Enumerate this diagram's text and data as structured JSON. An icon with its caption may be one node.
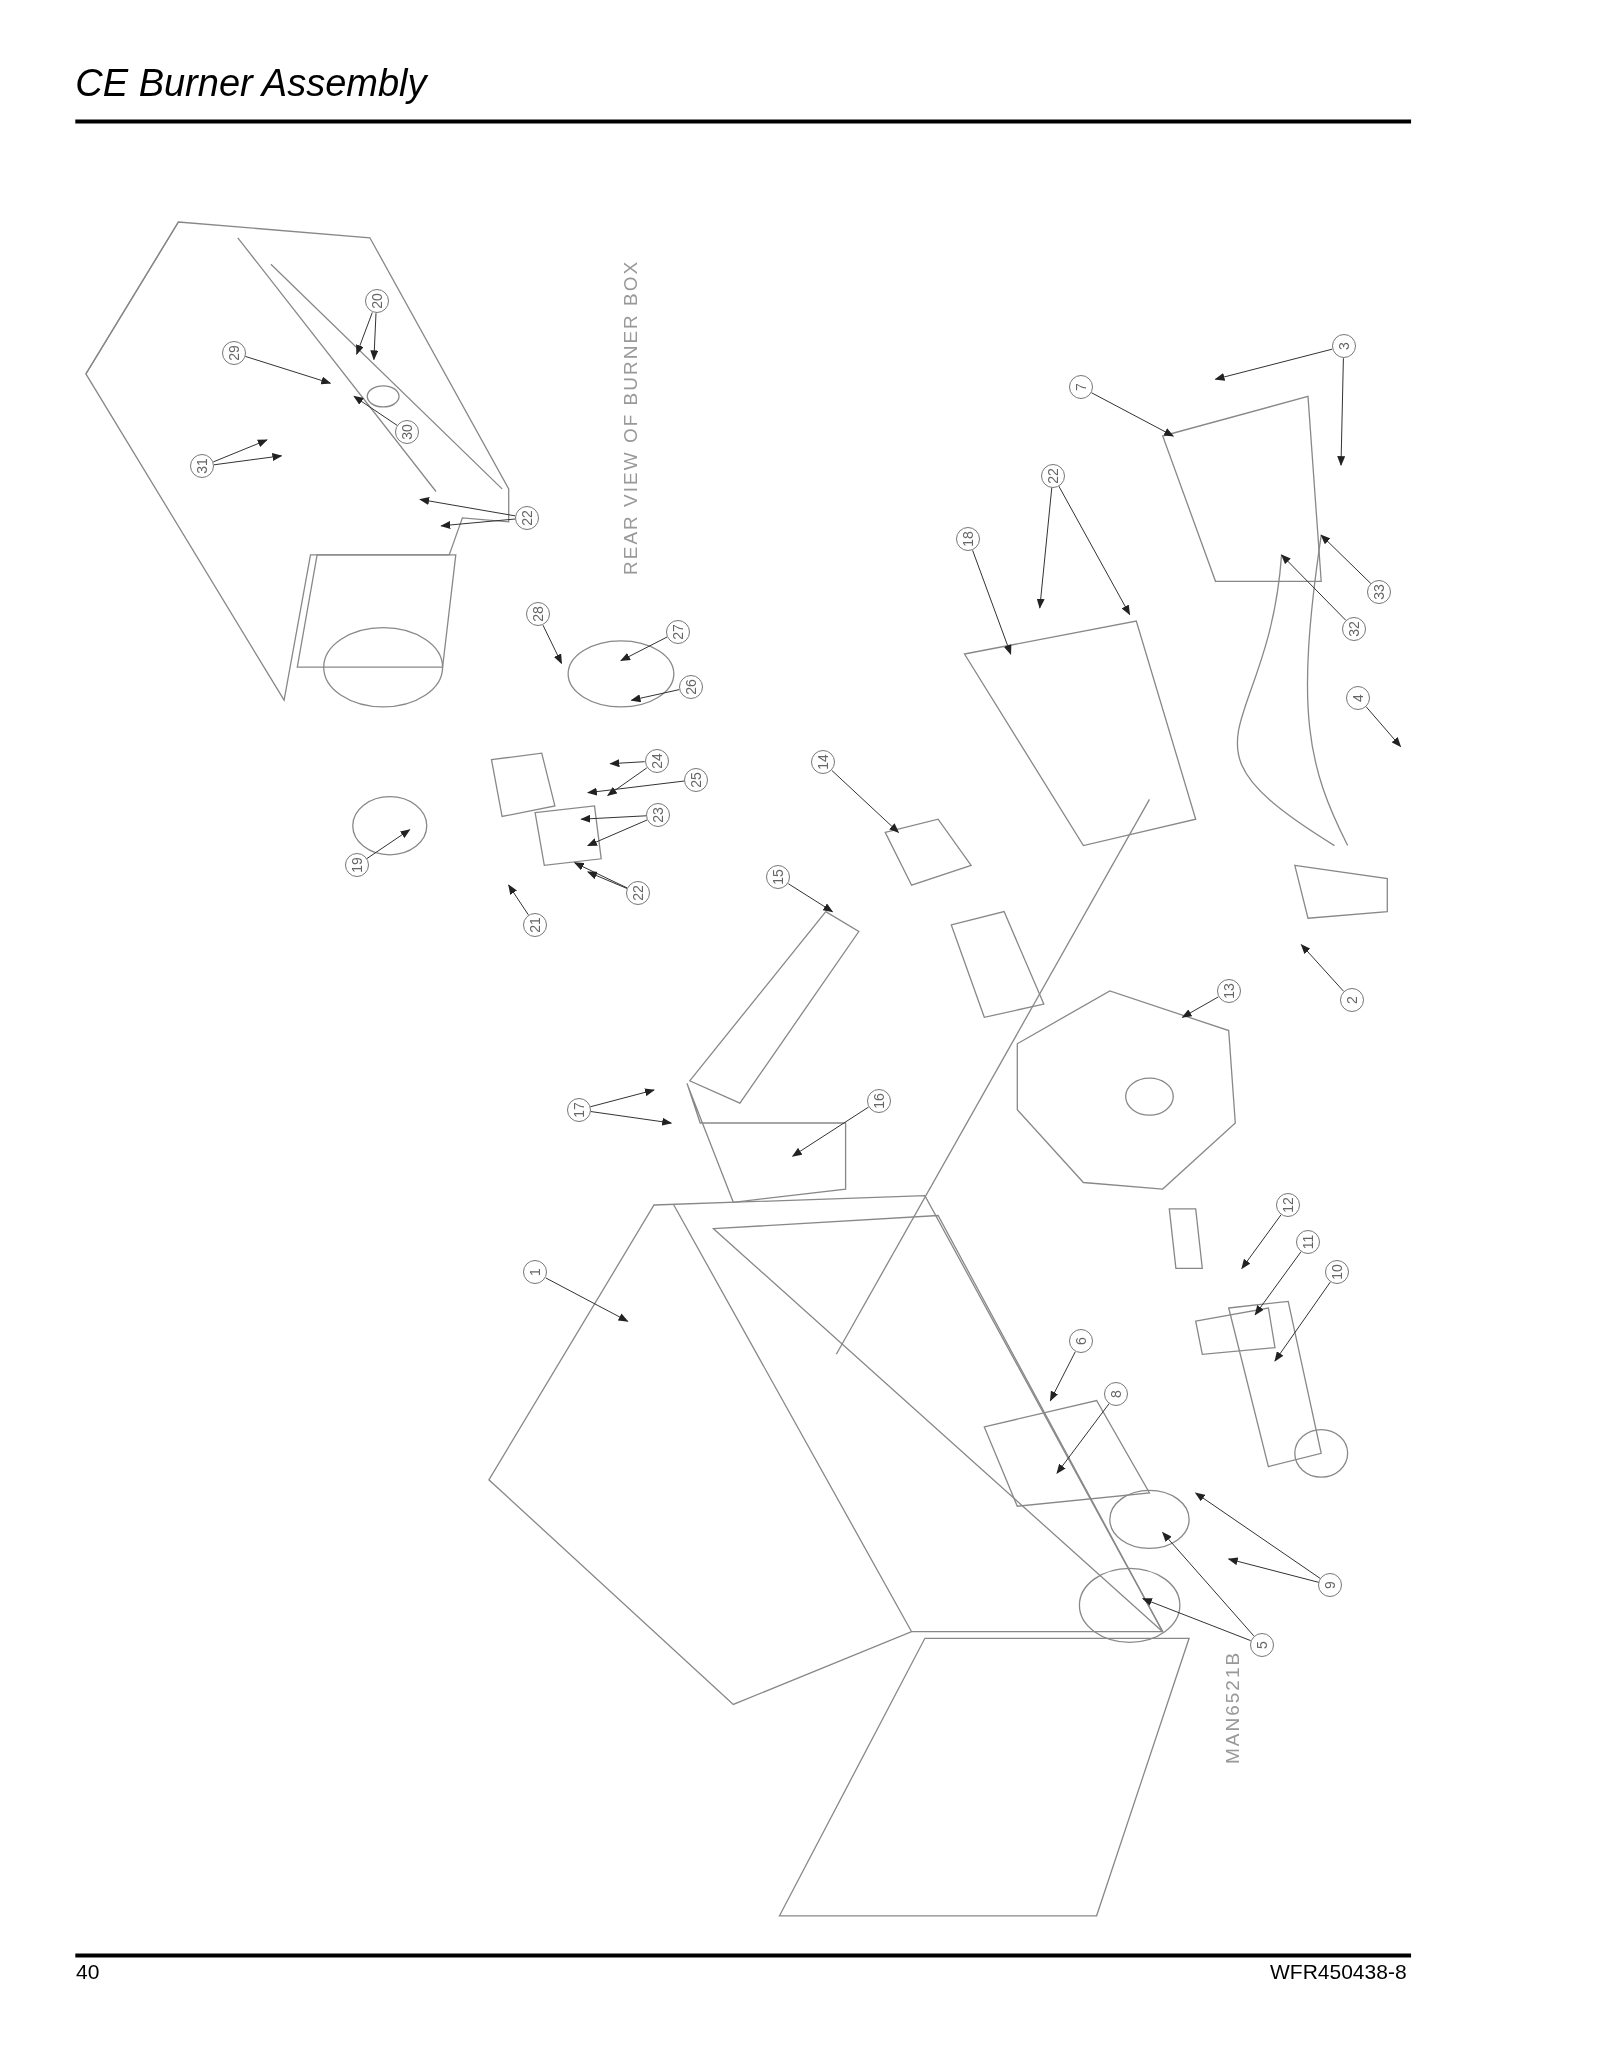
{
  "diagram": {
    "title": "CE Burner Assembly",
    "nodes": [
      {
        "text": [
          "29"
        ]
      },
      {
        "text": [
          "20"
        ]
      },
      {
        "text": [
          "31"
        ]
      },
      {
        "text": [
          "30"
        ]
      },
      {
        "text": [
          "22"
        ]
      },
      {
        "text": [
          "28"
        ]
      },
      {
        "text": [
          "27"
        ]
      },
      {
        "text": [
          "26"
        ]
      },
      {
        "text": [
          "24"
        ]
      },
      {
        "text": [
          "25"
        ]
      },
      {
        "text": [
          "23"
        ]
      },
      {
        "text": [
          "22"
        ]
      },
      {
        "text": [
          "21"
        ]
      },
      {
        "text": [
          "19"
        ]
      },
      {
        "text": [
          "3"
        ]
      },
      {
        "text": [
          "7"
        ]
      },
      {
        "text": [
          "22"
        ]
      },
      {
        "text": [
          "18"
        ]
      },
      {
        "text": [
          "33"
        ]
      },
      {
        "text": [
          "32"
        ]
      },
      {
        "text": [
          "4"
        ]
      },
      {
        "text": [
          "14"
        ]
      },
      {
        "text": [
          "15"
        ]
      },
      {
        "text": [
          "13"
        ]
      },
      {
        "text": [
          "2"
        ]
      },
      {
        "text": [
          "17"
        ]
      },
      {
        "text": [
          "16"
        ]
      },
      {
        "text": [
          "12"
        ]
      },
      {
        "text": [
          "11"
        ]
      },
      {
        "text": [
          "10"
        ]
      },
      {
        "text": [
          "1"
        ]
      },
      {
        "text": [
          "6"
        ]
      },
      {
        "text": [
          "8"
        ]
      },
      {
        "text": [
          "9"
        ]
      },
      {
        "text": [
          "5"
        ]
      }
    ],
    "edges": [
      {
        "from": 0,
        "to": null,
        "arrow": "to"
      },
      {
        "from": 1,
        "to": null,
        "arrow": "to"
      },
      {
        "from": 1,
        "to": null,
        "arrow": "to"
      },
      {
        "from": 2,
        "to": null,
        "arrow": "to"
      },
      {
        "from": 2,
        "to": null,
        "arrow": "to"
      },
      {
        "from": 3,
        "to": null,
        "arrow": "to"
      },
      {
        "from": 4,
        "to": null,
        "arrow": "to"
      },
      {
        "from": 4,
        "to": null,
        "arrow": "to"
      },
      {
        "from": 5,
        "to": null,
        "arrow": "to"
      },
      {
        "from": 6,
        "to": null,
        "arrow": "to"
      },
      {
        "from": 7,
        "to": null,
        "arrow": "to"
      },
      {
        "from": 8,
        "to": null,
        "arrow": "to"
      },
      {
        "from": 8,
        "to": null,
        "arrow": "to"
      },
      {
        "from": 9,
        "to": null,
        "arrow": "to"
      },
      {
        "from": 10,
        "to": null,
        "arrow": "to"
      },
      {
        "from": 10,
        "to": null,
        "arrow": "to"
      },
      {
        "from": 11,
        "to": null,
        "arrow": "to"
      },
      {
        "from": 11,
        "to": null,
        "arrow": "to"
      },
      {
        "from": 12,
        "to": null,
        "arrow": "to"
      },
      {
        "from": 13,
        "to": null,
        "arrow": "to"
      },
      {
        "from": 14,
        "to": null,
        "arrow": "to"
      },
      {
        "from": 14,
        "to": null,
        "arrow": "to"
      },
      {
        "from": 15,
        "to": null,
        "arrow": "to"
      },
      {
        "from": 16,
        "to": null,
        "arrow": "to"
      },
      {
        "from": 16,
        "to": null,
        "arrow": "to"
      },
      {
        "from": 17,
        "to": null,
        "arrow": "to"
      },
      {
        "from": 18,
        "to": null,
        "arrow": "to"
      },
      {
        "from": 19,
        "to": null,
        "arrow": "to"
      },
      {
        "from": 20,
        "to": null,
        "arrow": "to"
      },
      {
        "from": 21,
        "to": null,
        "arrow": "to"
      },
      {
        "from": 22,
        "to": null,
        "arrow": "to"
      },
      {
        "from": 23,
        "to": null,
        "arrow": "to"
      },
      {
        "from": 24,
        "to": null,
        "arrow": "to"
      },
      {
        "from": 25,
        "to": null,
        "arrow": "to"
      },
      {
        "from": 25,
        "to": null,
        "arrow": "to"
      },
      {
        "from": 26,
        "to": null,
        "arrow": "to"
      },
      {
        "from": 27,
        "to": null,
        "arrow": "to"
      },
      {
        "from": 28,
        "to": null,
        "arrow": "to"
      },
      {
        "from": 29,
        "to": null,
        "arrow": "to"
      },
      {
        "from": 30,
        "to": null,
        "arrow": "to"
      },
      {
        "from": 31,
        "to": null,
        "arrow": "to"
      },
      {
        "from": 32,
        "to": null,
        "arrow": "to"
      },
      {
        "from": 33,
        "to": null,
        "arrow": "to"
      },
      {
        "from": 33,
        "to": null,
        "arrow": "to"
      },
      {
        "from": 34,
        "to": null,
        "arrow": "to"
      },
      {
        "from": 34,
        "to": null,
        "arrow": "to"
      }
    ],
    "labels": [
      "REAR VIEW OF BURNER BOX",
      "MAN6521B",
      "40",
      "WFR450438-8"
    ]
  }
}
